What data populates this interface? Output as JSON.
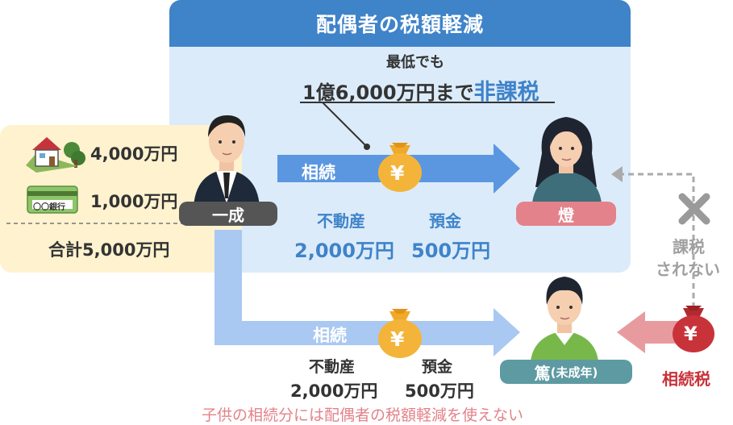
{
  "title": "配偶者の税額軽減",
  "exemption": {
    "line1": "最低でも",
    "line2_prefix": "1億6,000万円まで",
    "line2_emph": "非課税"
  },
  "deceased": {
    "name": "一成"
  },
  "estate": {
    "real_estate": "4,000万円",
    "deposit": "1,000万円",
    "bank_card_text": "〇〇銀行",
    "total": "合計5,000万円"
  },
  "spouse": {
    "name": "燈",
    "arrow_label": "相続",
    "real_estate_label": "不動産",
    "real_estate_value": "2,000万円",
    "deposit_label": "預金",
    "deposit_value": "500万円"
  },
  "child": {
    "name": "篤",
    "name_suffix": "(未成年)",
    "arrow_label": "相続",
    "real_estate_label": "不動産",
    "real_estate_value": "2,000万円",
    "deposit_label": "預金",
    "deposit_value": "500万円"
  },
  "no_tax": {
    "line1": "課税",
    "line2": "されない"
  },
  "inheritance_tax": "相続税",
  "yen_symbol": "¥",
  "note": "子供の相続分には配偶者の税額軽減を使えない",
  "colors": {
    "header_blue": "#3f83c9",
    "panel_blue": "#dcebfa",
    "panel_yellow": "#fff2cf",
    "arrow_blue": "#5b97e0",
    "text_blue": "#3f83c9",
    "tax_red": "#c8333a",
    "spouse_pink": "#e3828a",
    "child_teal": "#5e9aa2",
    "gray": "#a0a0a0"
  }
}
